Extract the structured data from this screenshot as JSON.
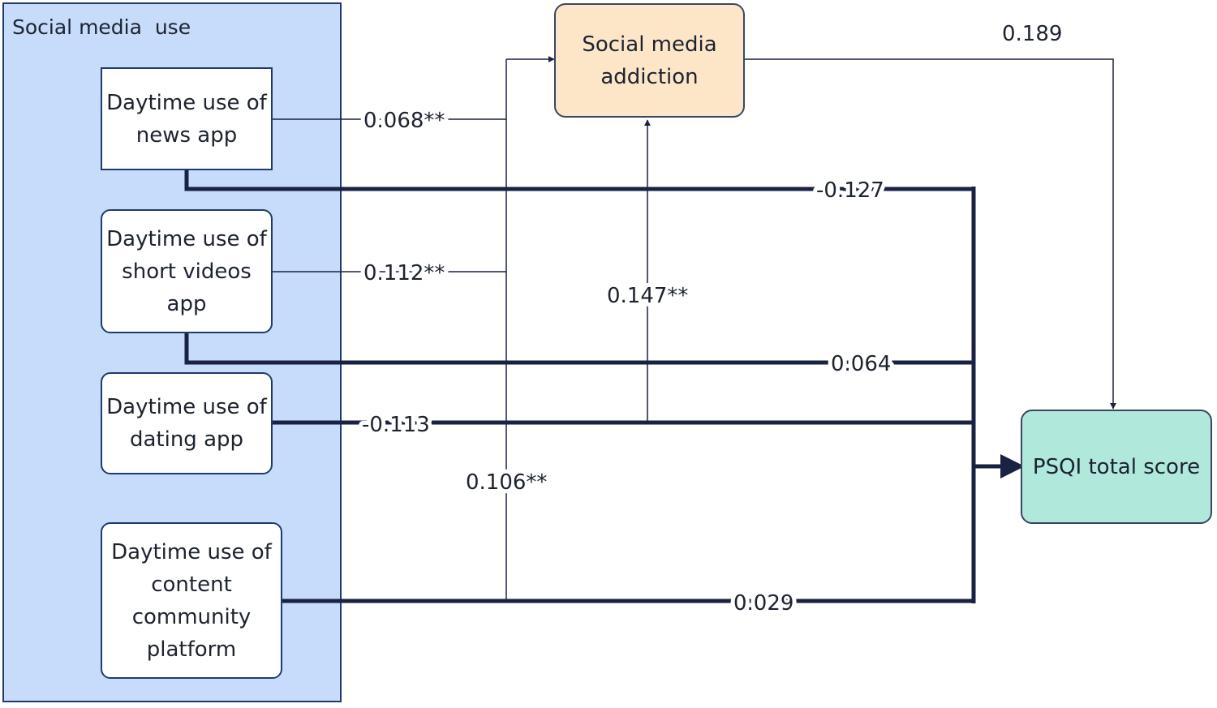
{
  "group": {
    "title": "Social media  use"
  },
  "nodes": {
    "news": "Daytime use of news app",
    "short_videos": "Daytime use of short videos app",
    "dating": "Daytime use of dating app",
    "content": "Daytime use of content community platform",
    "addiction": "Social media addiction",
    "psqi": "PSQI total score"
  },
  "paths": {
    "news_to_addiction": "0.068**",
    "short_videos_to_addiction": "0.112**",
    "content_to_addiction": "0.106**",
    "dating_to_addiction": "0.147**",
    "addiction_to_psqi": "0.189",
    "news_to_psqi": "-0.127",
    "short_videos_to_psqi": "0.064",
    "dating_to_psqi": "-0.113",
    "content_to_psqi": "0.029"
  },
  "colors": {
    "group_fill": "#c6dcfa",
    "addiction_fill": "#fde6c8",
    "psqi_fill": "#b0e8dc",
    "line": "#1a2244"
  }
}
